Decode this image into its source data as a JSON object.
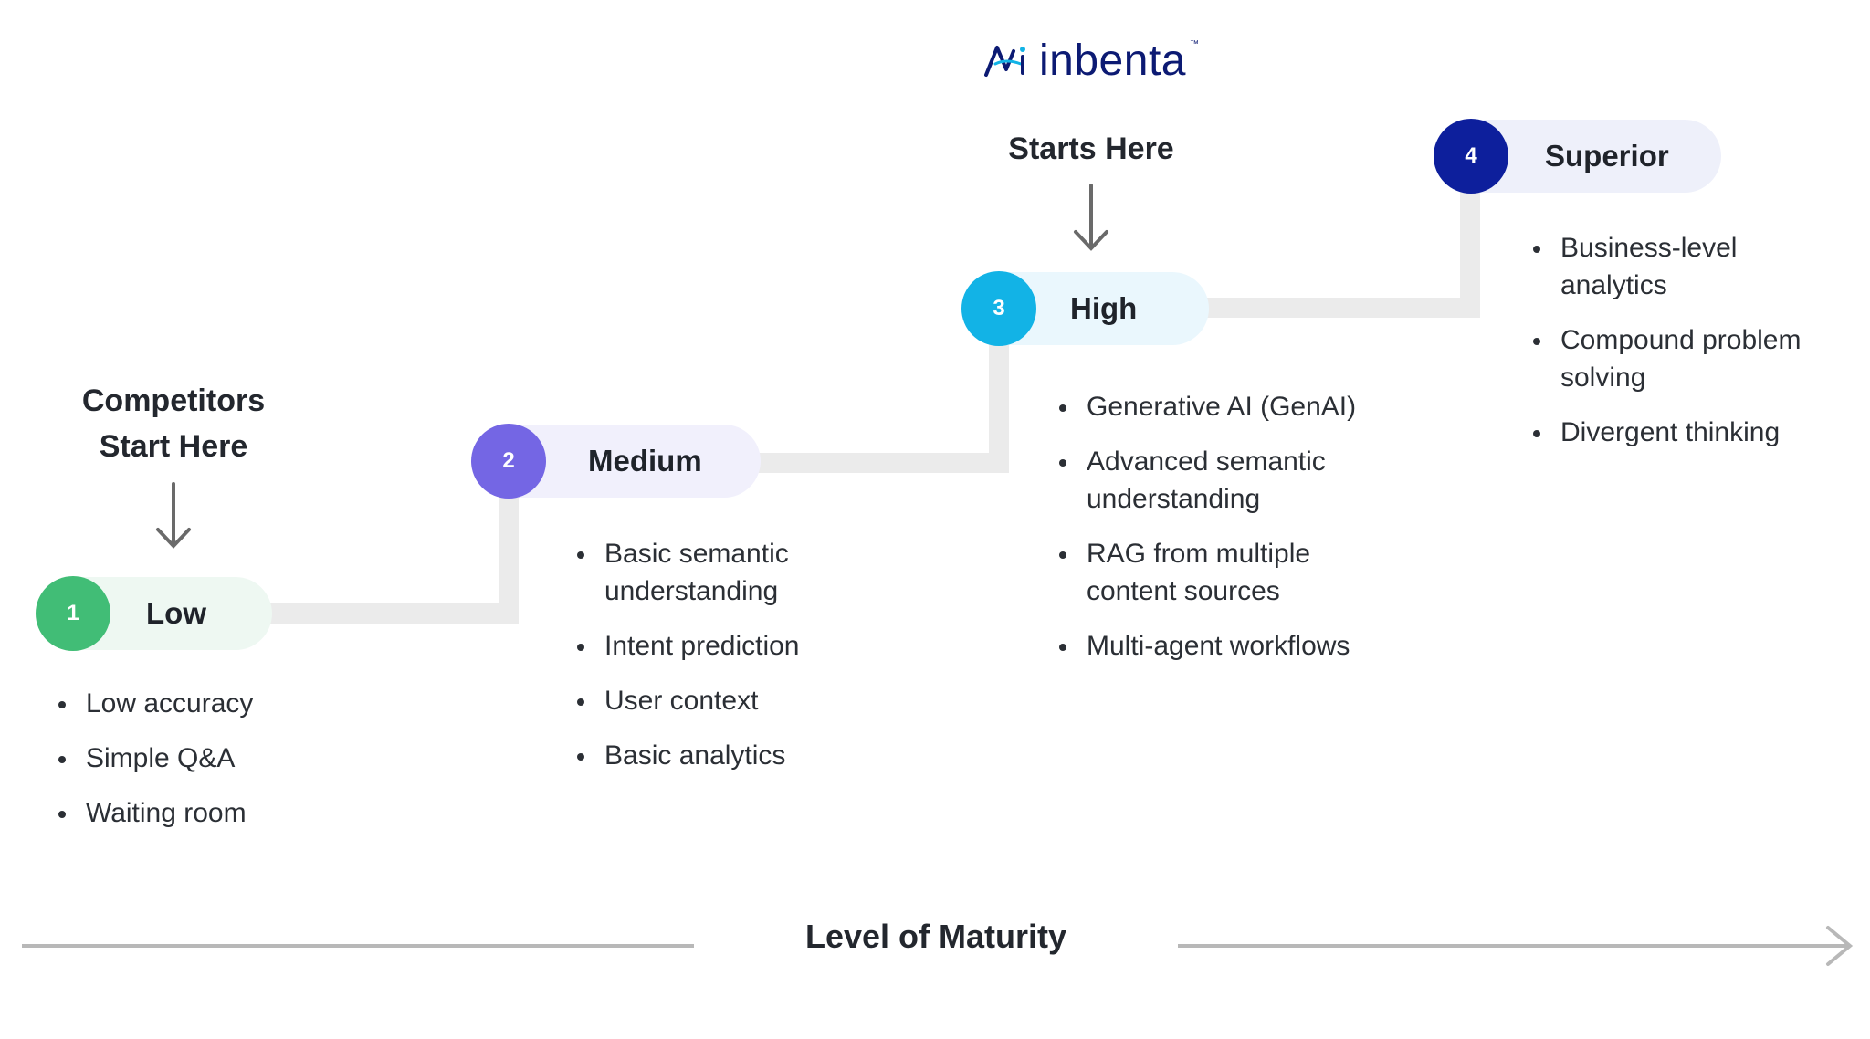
{
  "logo": {
    "text": "inbenta",
    "tm": "™",
    "icon": "inbenta-logo-icon"
  },
  "callouts": {
    "competitors": [
      "Competitors",
      "Start Here"
    ],
    "inbenta": "Starts Here"
  },
  "stages": [
    {
      "number": "1",
      "label": "Low",
      "color": "#41bd76",
      "pill_color": "#eef8f2",
      "bullets": [
        "Low accuracy",
        "Simple Q&A",
        "Waiting room"
      ]
    },
    {
      "number": "2",
      "label": "Medium",
      "color": "#7466e4",
      "pill_color": "#f1f0fc",
      "bullets": [
        "Basic semantic understanding",
        "Intent prediction",
        "User context",
        "Basic analytics"
      ]
    },
    {
      "number": "3",
      "label": "High",
      "color": "#12b3e6",
      "pill_color": "#eaf7fd",
      "bullets": [
        "Generative AI (GenAI)",
        "Advanced semantic understanding",
        "RAG from multiple content sources",
        "Multi-agent workflows"
      ]
    },
    {
      "number": "4",
      "label": "Superior",
      "color": "#0d1f9c",
      "pill_color": "#eef0fa",
      "bullets": [
        "Business-level analytics",
        "Compound problem solving",
        "Divergent thinking"
      ]
    }
  ],
  "axis": {
    "label": "Level of Maturity"
  },
  "colors": {
    "connector": "#ebebeb",
    "arrow": "#6a6a6a",
    "axis_line": "#b8b8b8",
    "logo": "#0c1a73"
  }
}
